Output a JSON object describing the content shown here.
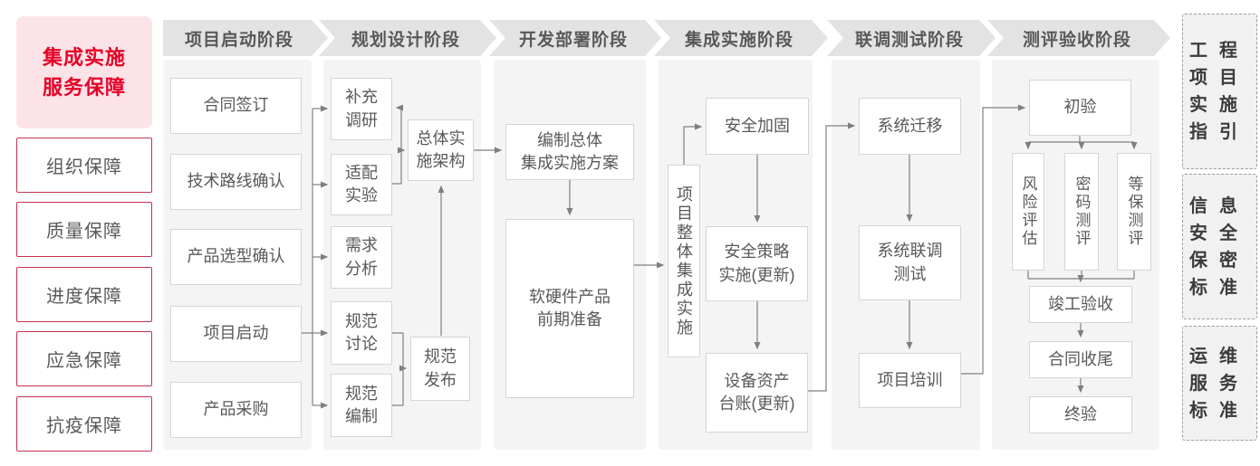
{
  "colors": {
    "accent_red": "#e60027",
    "pink_bg": "#fce3e7",
    "red_border": "#c23351",
    "panel_bg": "#f4f4f4",
    "header_bg": "#e3e3e3",
    "box_border": "#d5d5d5",
    "text_gray": "#595959",
    "line_gray": "#7f7f7f",
    "standards_bg": "#f1f1f1",
    "standards_text": "#3b3b3b"
  },
  "sidebar": {
    "title": "集成实施\n服务保障",
    "items": [
      {
        "label": "组织保障"
      },
      {
        "label": "质量保障"
      },
      {
        "label": "进度保障"
      },
      {
        "label": "应急保障"
      },
      {
        "label": "抗疫保障"
      }
    ]
  },
  "phases": [
    {
      "label": "项目启动阶段",
      "boxes": {
        "contract": "合同签订",
        "tech_route": "技术路线确认",
        "product_selection": "产品选型确认",
        "kickoff": "项目启动",
        "procurement": "产品采购"
      }
    },
    {
      "label": "规划设计阶段",
      "boxes": {
        "supplementary_research": "补充\n调研",
        "adaptation_test": "适配\n实验",
        "requirement_analysis": "需求\n分析",
        "spec_discussion": "规范\n讨论",
        "spec_drafting": "规范\n编制",
        "overall_architecture": "总体实\n施架构",
        "spec_release": "规范\n发布"
      }
    },
    {
      "label": "开发部署阶段",
      "boxes": {
        "overall_plan": "编制总体\n集成实施方案",
        "preparation": "软硬件产品\n前期准备"
      }
    },
    {
      "label": "集成实施阶段",
      "boxes": {
        "overall_integration": "项目整体集成实施",
        "security_hardening": "安全加固",
        "security_policy": "安全策略\n实施(更新)",
        "asset_ledger": "设备资产\n台账(更新)"
      }
    },
    {
      "label": "联调测试阶段",
      "boxes": {
        "system_migration": "系统迁移",
        "joint_testing": "系统联调\n测试",
        "project_training": "项目培训"
      }
    },
    {
      "label": "测评验收阶段",
      "boxes": {
        "initial_acceptance": "初验",
        "risk_assessment": "风险评估",
        "crypto_evaluation": "密码测评",
        "mlps_evaluation": "等保测评",
        "completion_acceptance": "竣工验收",
        "contract_closure": "合同收尾",
        "final_acceptance": "终验"
      }
    }
  ],
  "standards": [
    {
      "label": "工程项目实施指引"
    },
    {
      "label": "信息安全保密标准"
    },
    {
      "label": "运维服务标准"
    }
  ]
}
